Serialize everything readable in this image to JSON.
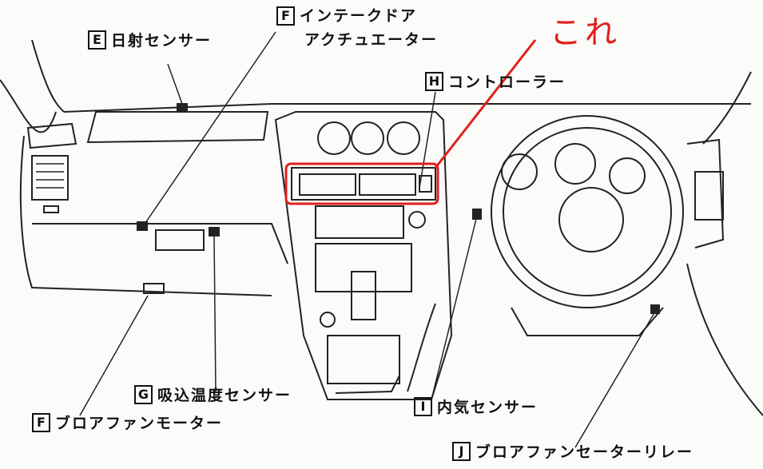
{
  "labels": {
    "solar_sensor": {
      "code": "E",
      "text": "日射センサー"
    },
    "intake_door_actuator": {
      "code": "F",
      "line1": "インテークドア",
      "line2": "アクチュエーター"
    },
    "controller": {
      "code": "H",
      "text": "コントローラー"
    },
    "intake_temp_sensor": {
      "code": "G",
      "text": "吸込温度センサー"
    },
    "blower_fan_motor": {
      "code": "F",
      "text": "ブロアファンモーター"
    },
    "in_car_sensor": {
      "code": "I",
      "text": "内気センサー"
    },
    "blower_fan_relay": {
      "code": "J",
      "text": "ブロアファンセーターリレー"
    }
  },
  "annotation": {
    "text": "これ",
    "color": "#e0201c"
  }
}
